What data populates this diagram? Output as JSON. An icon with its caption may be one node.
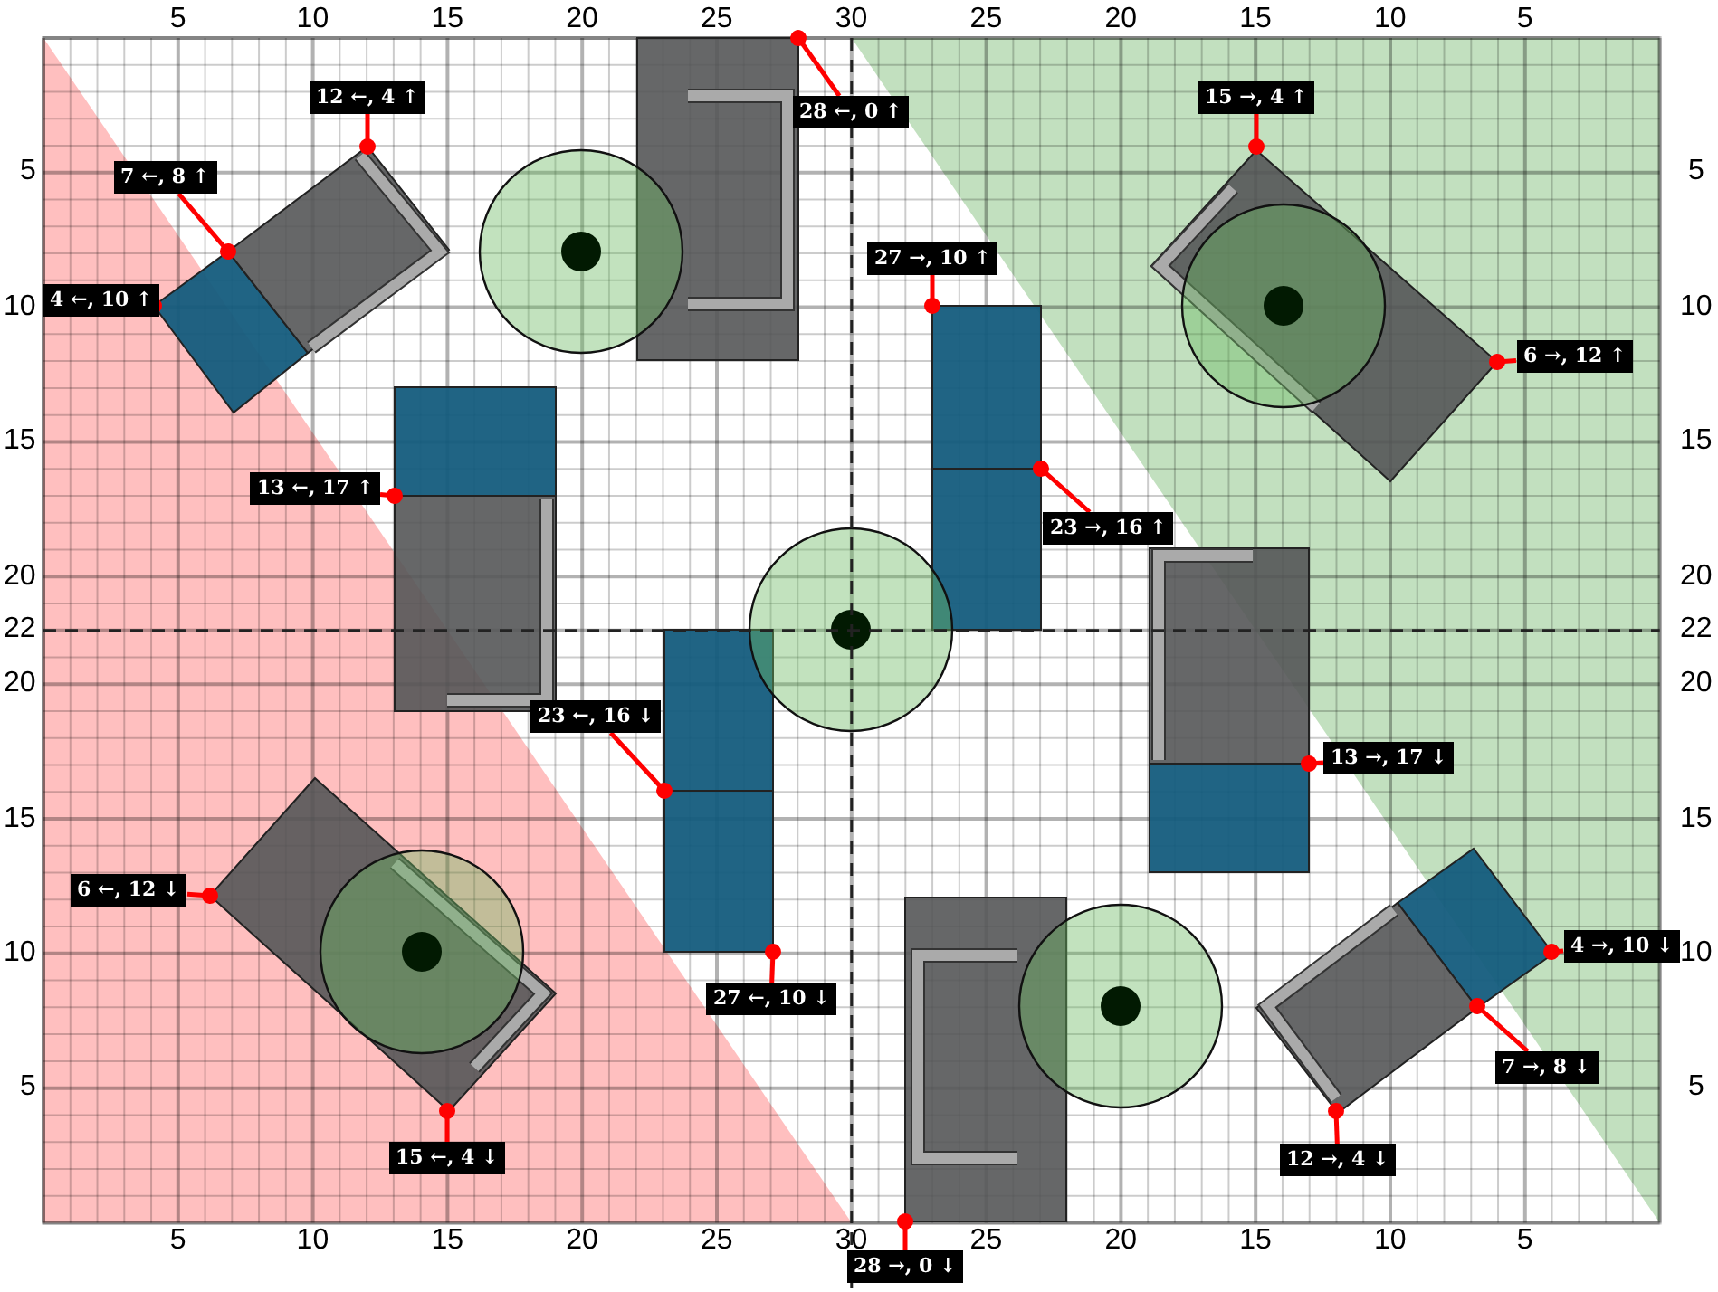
{
  "diagram": {
    "nodes": [
      {
        "text": [
          "12 ←, 4 ↑"
        ]
      },
      {
        "text": [
          "15 →, 4 ↑"
        ]
      },
      {
        "text": [
          "28 ←, 0 ↑"
        ]
      },
      {
        "text": [
          "7 ←, 8 ↑"
        ]
      },
      {
        "text": [
          "27 →, 10 ↑"
        ]
      },
      {
        "text": [
          "4 ←, 10 ↑"
        ]
      },
      {
        "text": [
          "6 →, 12 ↑"
        ]
      },
      {
        "text": [
          "13 ←, 17 ↑"
        ]
      },
      {
        "text": [
          "23 →, 16 ↑"
        ]
      },
      {
        "text": [
          "23 ←, 16 ↓"
        ]
      },
      {
        "text": [
          "13 →, 17 ↓"
        ]
      },
      {
        "text": [
          "6 ←, 12 ↓"
        ]
      },
      {
        "text": [
          "4 →, 10 ↓"
        ]
      },
      {
        "text": [
          "27 ←, 10 ↓"
        ]
      },
      {
        "text": [
          "7 →, 8 ↓"
        ]
      },
      {
        "text": [
          "15 ←, 4 ↓"
        ]
      },
      {
        "text": [
          "12 →, 4 ↓"
        ]
      },
      {
        "text": [
          "28 →, 0 ↓"
        ]
      },
      {
        "text": [],
        "shape": "box"
      },
      {
        "text": [],
        "shape": "box"
      },
      {
        "text": [],
        "shape": "box"
      },
      {
        "text": [],
        "shape": "box"
      },
      {
        "text": [],
        "shape": "box"
      },
      {
        "text": [],
        "shape": "box"
      },
      {
        "text": [],
        "shape": "box"
      },
      {
        "text": [],
        "shape": "box"
      },
      {
        "text": [],
        "shape": "box"
      },
      {
        "text": [],
        "shape": "box"
      }
    ],
    "edges": [
      {
        "from": 0,
        "to": 19,
        "arrow": "other"
      },
      {
        "from": 1,
        "to": 20,
        "arrow": "other"
      },
      {
        "from": 2,
        "to": 18,
        "arrow": "other"
      },
      {
        "from": 3,
        "to": 19,
        "arrow": "other"
      },
      {
        "from": 4,
        "to": 21,
        "arrow": "other"
      },
      {
        "from": 5,
        "to": 19,
        "arrow": "other"
      },
      {
        "from": 6,
        "to": 20,
        "arrow": "other"
      },
      {
        "from": 7,
        "to": 22,
        "arrow": "other"
      },
      {
        "from": 8,
        "to": 21,
        "arrow": "other"
      },
      {
        "from": 9,
        "to": 24,
        "arrow": "other"
      },
      {
        "from": 10,
        "to": 23,
        "arrow": "other"
      },
      {
        "from": 11,
        "to": 25,
        "arrow": "other"
      },
      {
        "from": 12,
        "to": 26,
        "arrow": "other"
      },
      {
        "from": 13,
        "to": 24,
        "arrow": "other"
      },
      {
        "from": 14,
        "to": 26,
        "arrow": "other"
      },
      {
        "from": 15,
        "to": 25,
        "arrow": "other"
      },
      {
        "from": 16,
        "to": 26,
        "arrow": "other"
      },
      {
        "from": 17,
        "to": 27,
        "arrow": "other"
      }
    ],
    "labels": [
      "5",
      "10",
      "15",
      "20",
      "25",
      "30",
      "25",
      "20",
      "15",
      "10",
      "5",
      "5",
      "5",
      "10",
      "10",
      "15",
      "15",
      "20",
      "20",
      "22",
      "22",
      "20",
      "20",
      "15",
      "15",
      "10",
      "10",
      "5",
      "5",
      "5",
      "10",
      "15",
      "20",
      "25",
      "30",
      "25",
      "20",
      "15",
      "10",
      "5"
    ]
  }
}
